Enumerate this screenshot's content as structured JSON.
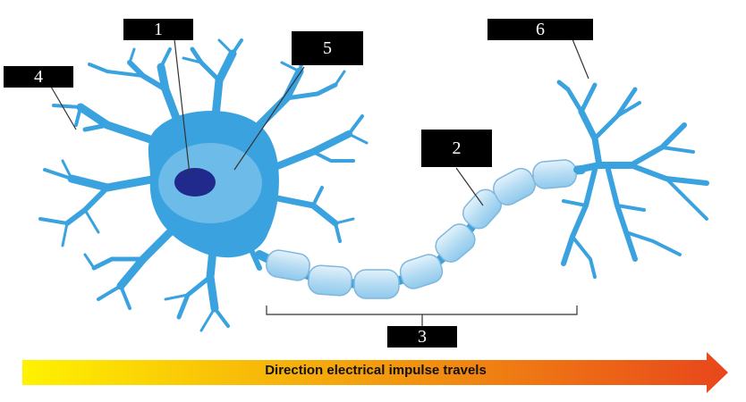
{
  "labels": {
    "l1": "1",
    "l2": "2",
    "l3": "3",
    "l4": "4",
    "l5": "5",
    "l6": "6"
  },
  "arrow": {
    "text": "Direction electrical impulse travels",
    "gradient_start": "#fff200",
    "gradient_end": "#e8461b"
  },
  "colors": {
    "neuron": "#3aa3df",
    "neuron_light": "#7fc3ec",
    "nucleus": "#1f2a8c",
    "myelin": "#bfe0f5"
  }
}
